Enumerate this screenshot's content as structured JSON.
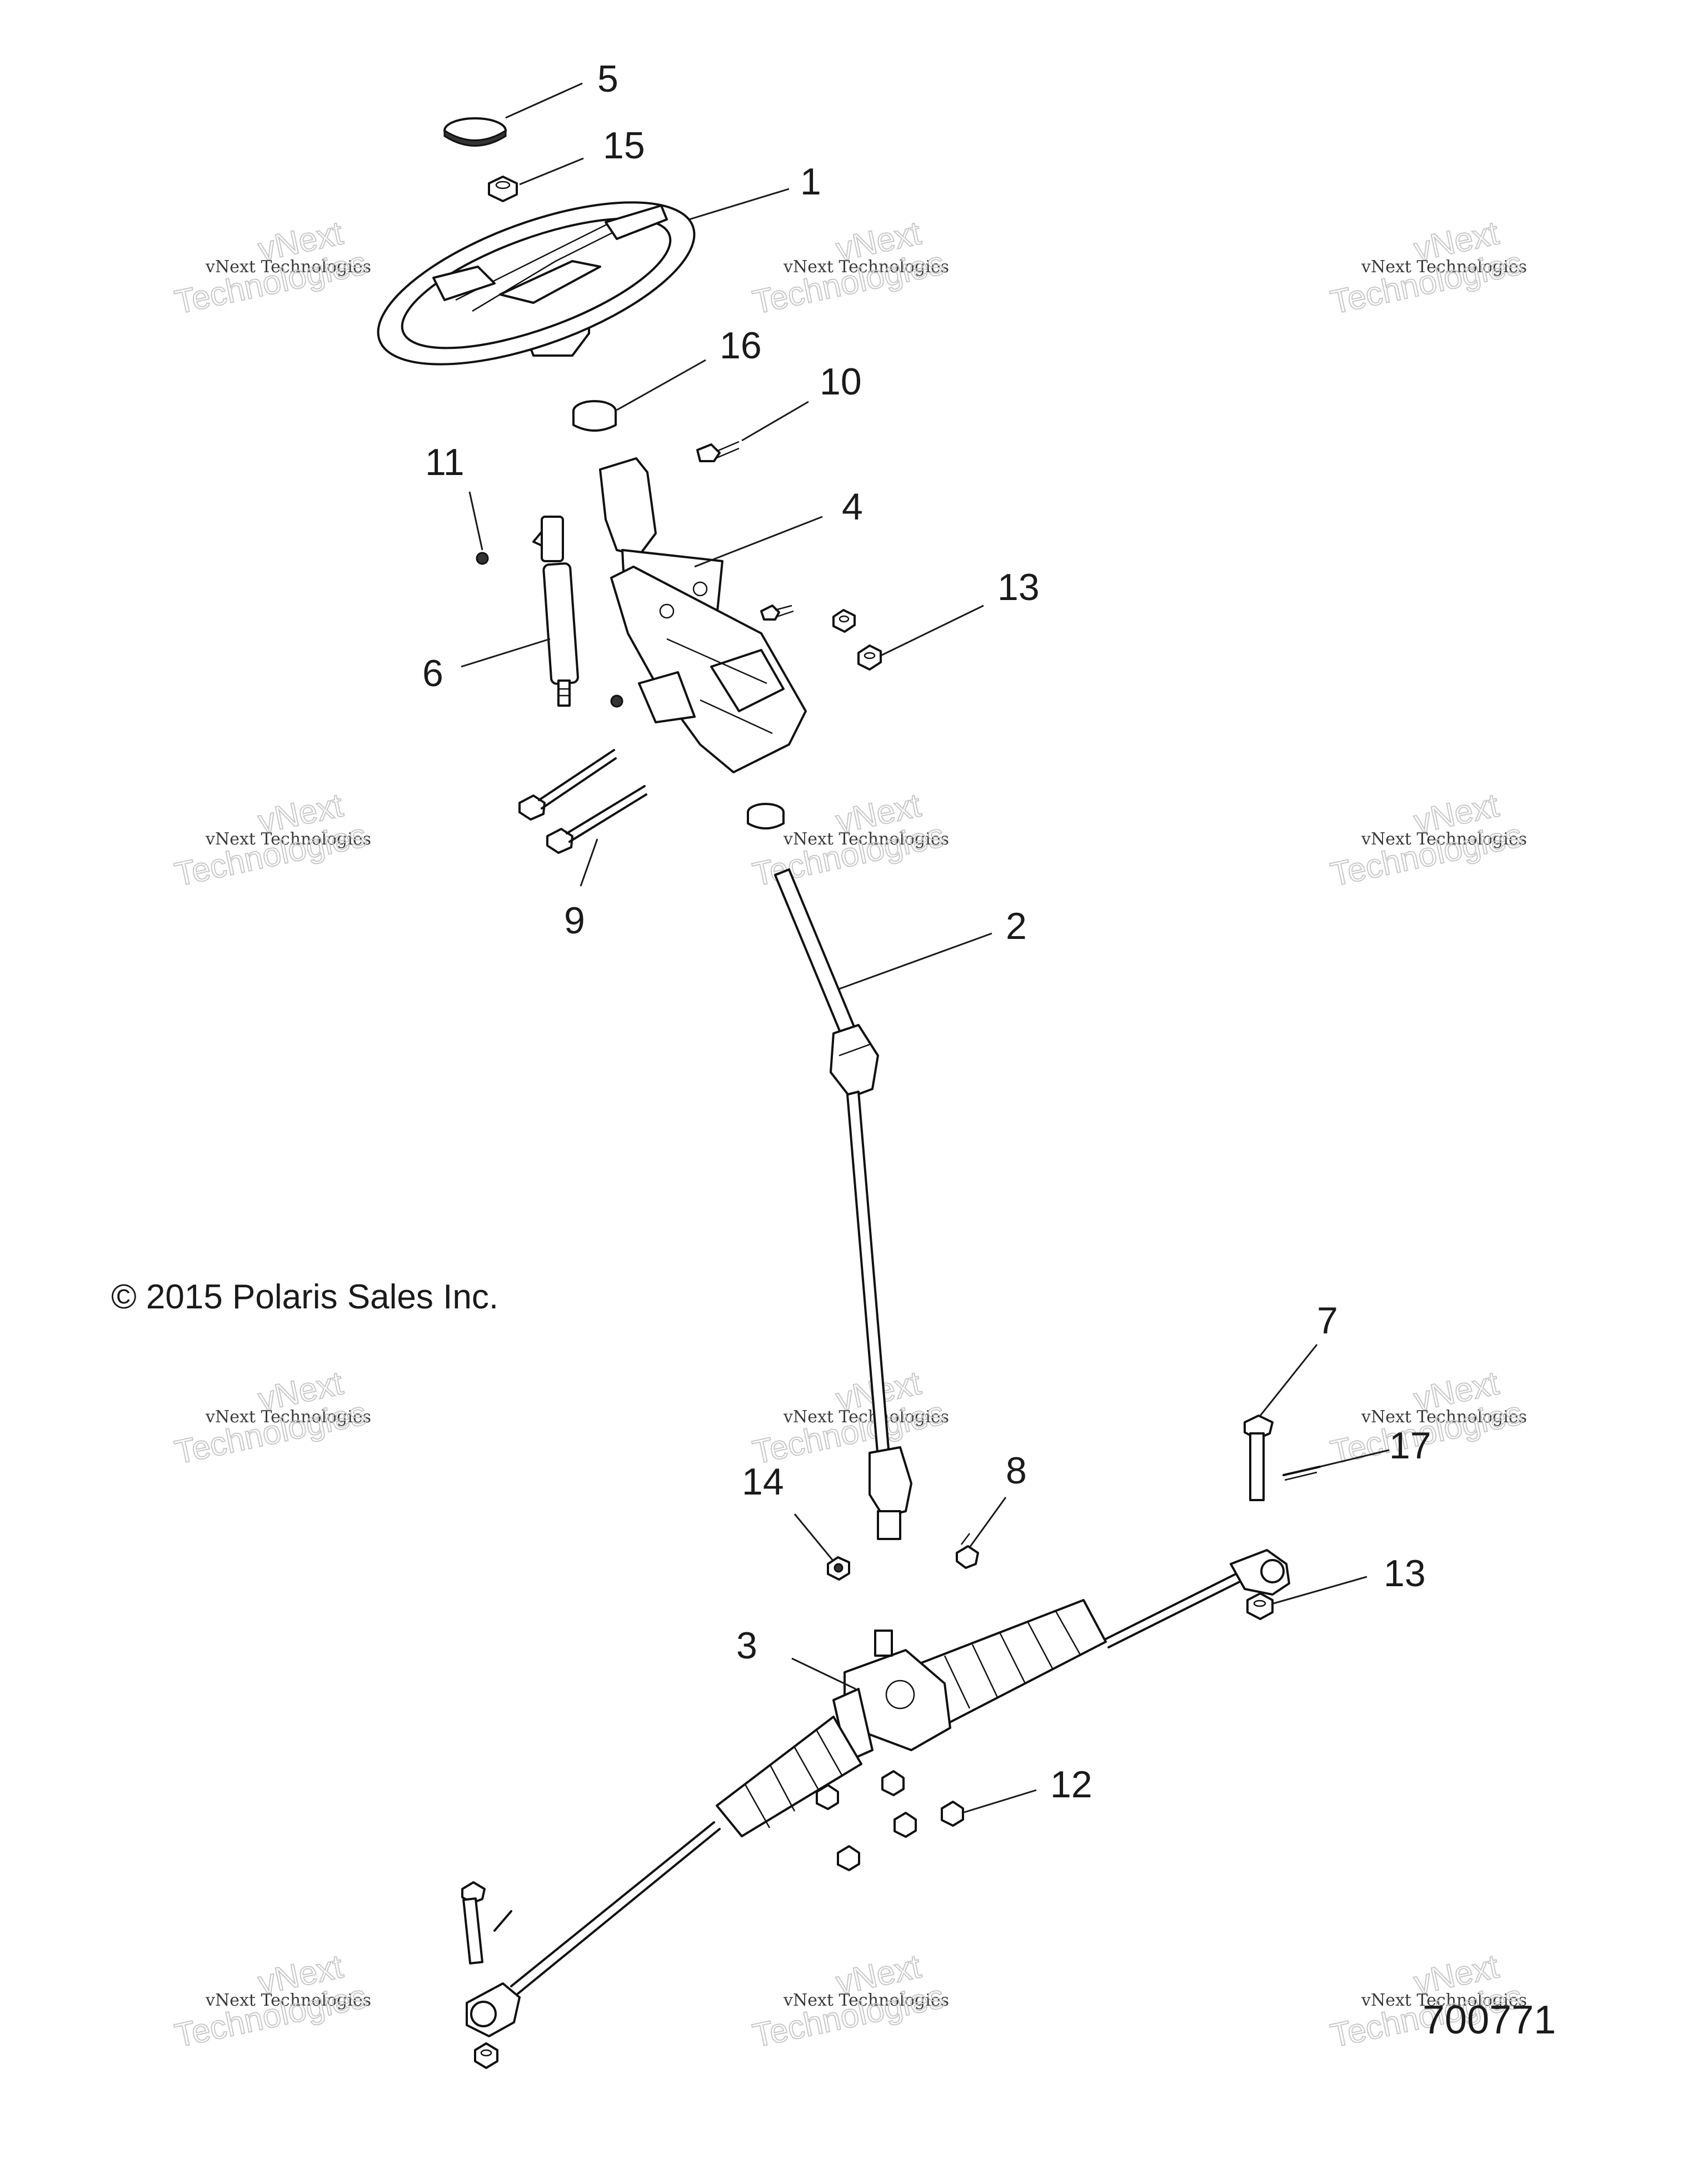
{
  "diagram": {
    "copyright": "© 2015 Polaris Sales Inc.",
    "diagram_id": "700771",
    "watermark": {
      "line_small": "vNext Technologies",
      "line_large_a": "vNext",
      "line_large_b": "Technologies"
    },
    "callouts": [
      {
        "num": "1",
        "part": "steering-wheel"
      },
      {
        "num": "2",
        "part": "steering-shaft"
      },
      {
        "num": "3",
        "part": "steering-rack"
      },
      {
        "num": "4",
        "part": "tilt-bracket"
      },
      {
        "num": "5",
        "part": "center-cap"
      },
      {
        "num": "6",
        "part": "gas-strut"
      },
      {
        "num": "7",
        "part": "bolt"
      },
      {
        "num": "8",
        "part": "bolt"
      },
      {
        "num": "9",
        "part": "long-bolts"
      },
      {
        "num": "10",
        "part": "bolt"
      },
      {
        "num": "11",
        "part": "nut"
      },
      {
        "num": "12",
        "part": "nuts"
      },
      {
        "num": "13",
        "part": "nut"
      },
      {
        "num": "13",
        "part": "nut"
      },
      {
        "num": "14",
        "part": "nut"
      },
      {
        "num": "15",
        "part": "nut"
      },
      {
        "num": "16",
        "part": "bushing"
      },
      {
        "num": "17",
        "part": "cotter-pin"
      }
    ]
  }
}
